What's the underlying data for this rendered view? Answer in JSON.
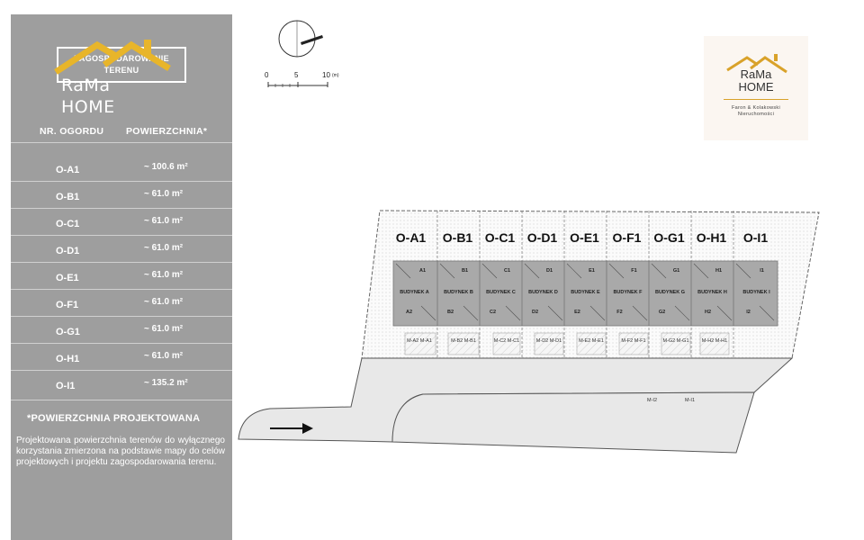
{
  "sidebar": {
    "box_title": "ZAGOSPODAROWANIE TERENU",
    "logo_text_1": "RaMa",
    "logo_text_2": "HOME",
    "col_nr": "NR. OGORDU",
    "col_pow": "POWIERZCHNIA*",
    "rows": [
      {
        "nr": "O-A1",
        "area": "~ 100.6 m²"
      },
      {
        "nr": "O-B1",
        "area": "~ 61.0 m²"
      },
      {
        "nr": "O-C1",
        "area": "~ 61.0 m²"
      },
      {
        "nr": "O-D1",
        "area": "~ 61.0 m²"
      },
      {
        "nr": "O-E1",
        "area": "~ 61.0 m²"
      },
      {
        "nr": "O-F1",
        "area": "~ 61.0 m²"
      },
      {
        "nr": "O-G1",
        "area": "~ 61.0 m²"
      },
      {
        "nr": "O-H1",
        "area": "~ 61.0 m²"
      },
      {
        "nr": "O-I1",
        "area": "~ 135.2 m²"
      }
    ],
    "note_title": "*POWIERZCHNIA PROJEKTOWANA",
    "note_text": "Projektowana powierzchnia terenów do wyłącznego korzystania zmierzona na podstawie mapy do celów projektowych i projektu zagospodarowania terenu."
  },
  "scale": {
    "t0": "0",
    "t5": "5",
    "t10": "10",
    "unit": "(m)"
  },
  "logo_right": {
    "title_1": "RaMa",
    "title_2": "HOME",
    "sub_1": "Faron & Kolakowski",
    "sub_2": "Nieruchomości"
  },
  "plan": {
    "plots": [
      {
        "label": "O-A1",
        "top": "A1",
        "bld": "BUDYNEK A",
        "bottom": "A2",
        "p1": "M-A2",
        "p2": "M-A1"
      },
      {
        "label": "O-B1",
        "top": "B1",
        "bld": "BUDYNEK B",
        "bottom": "B2",
        "p1": "M-B2",
        "p2": "M-B1"
      },
      {
        "label": "O-C1",
        "top": "C1",
        "bld": "BUDYNEK C",
        "bottom": "C2",
        "p1": "M-C2",
        "p2": "M-C1"
      },
      {
        "label": "O-D1",
        "top": "D1",
        "bld": "BUDYNEK D",
        "bottom": "D2",
        "p1": "M-D2",
        "p2": "M-D1"
      },
      {
        "label": "O-E1",
        "top": "E1",
        "bld": "BUDYNEK E",
        "bottom": "E2",
        "p1": "M-E2",
        "p2": "M-E1"
      },
      {
        "label": "O-F1",
        "top": "F1",
        "bld": "BUDYNEK F",
        "bottom": "F2",
        "p1": "M-F2",
        "p2": "M-F1"
      },
      {
        "label": "O-G1",
        "top": "G1",
        "bld": "BUDYNEK G",
        "bottom": "G2",
        "p1": "M-G2",
        "p2": "M-G1"
      },
      {
        "label": "O-H1",
        "top": "H1",
        "bld": "BUDYNEK H",
        "bottom": "H2",
        "p1": "M-H2",
        "p2": "M-H1"
      },
      {
        "label": "O-I1",
        "top": "I1",
        "bld": "BUDYNEK I",
        "bottom": "I2",
        "p1": "",
        "p2": ""
      }
    ],
    "extra_parking": [
      "M-I2",
      "M-I1"
    ]
  }
}
